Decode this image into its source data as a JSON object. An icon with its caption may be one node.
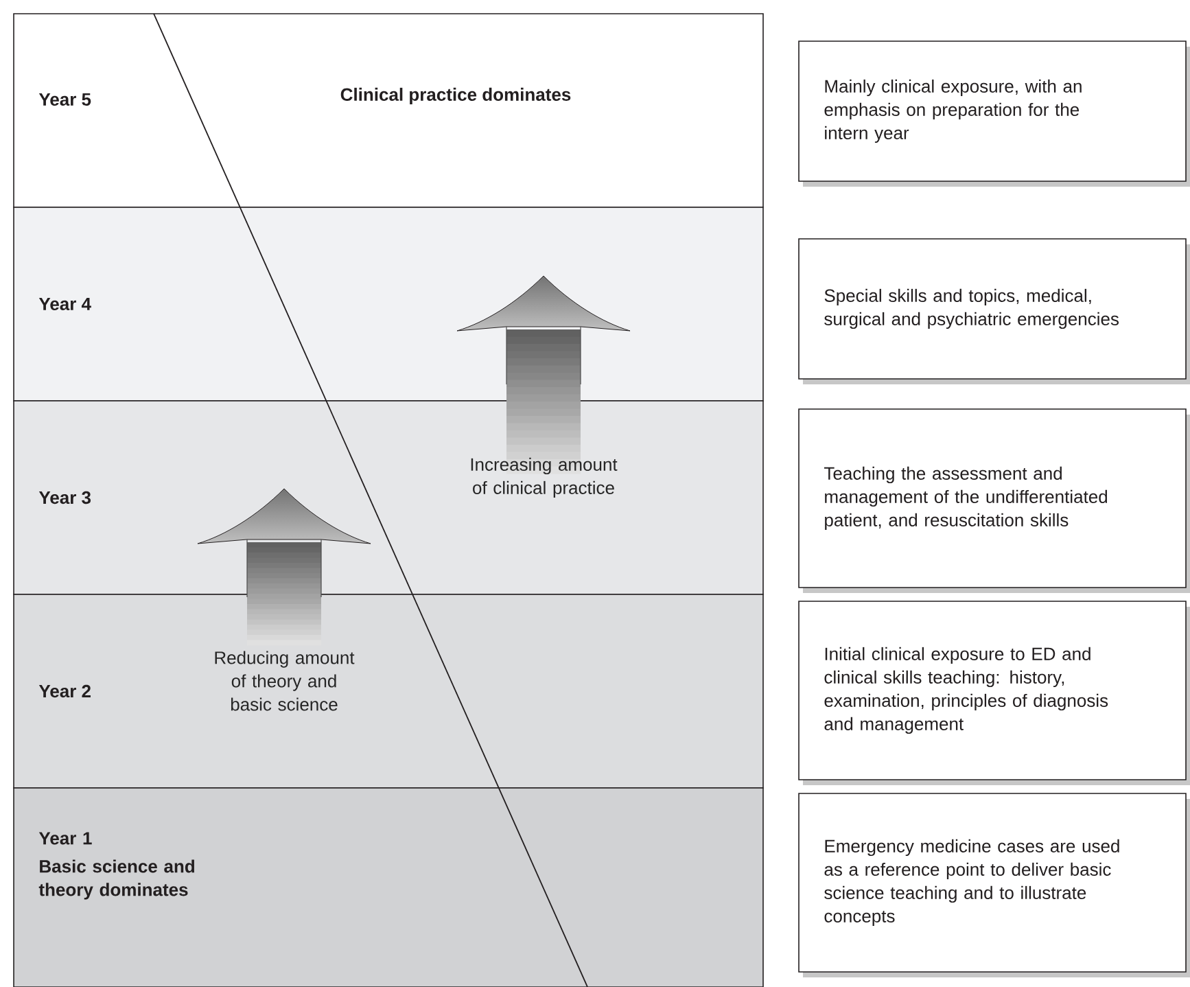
{
  "diagram": {
    "nodes": [
      {
        "text": [
          "Year 5",
          "Clinical practice dominates"
        ]
      },
      {
        "text": [
          "Year 4"
        ]
      },
      {
        "text": [
          "Year 3"
        ]
      },
      {
        "text": [
          "Year 2"
        ]
      },
      {
        "text": [
          "Year 1",
          "Basic science and theory dominates"
        ]
      },
      {
        "text": [
          "Mainly clinical exposure, with an emphasis on preparation for the intern year"
        ]
      },
      {
        "text": [
          "Special skills and topics, medical, surgical and psychiatric emergencies"
        ]
      },
      {
        "text": [
          "Teaching the assessment and management of the undifferentiated patient, and resuscitation skills"
        ]
      },
      {
        "text": [
          "Initial clinical exposure to ED and clinical skills teaching: history, examination, principles of diagnosis and management"
        ]
      },
      {
        "text": [
          "Emergency medicine cases are used as a reference point to deliver basic science teaching and to illustrate concepts"
        ]
      }
    ],
    "edges": [],
    "labels": [
      "Increasing amount of clinical practice",
      "Reducing amount of theory and basic science"
    ]
  }
}
